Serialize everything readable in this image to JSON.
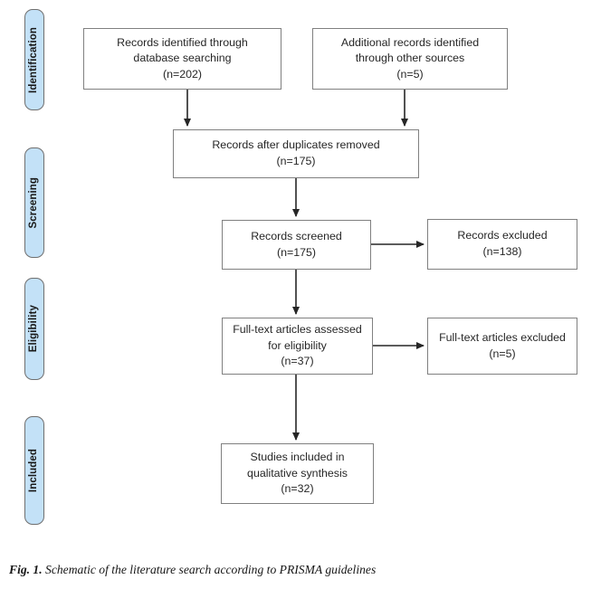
{
  "figure": {
    "caption_prefix": "Fig. 1.",
    "caption_text": "Schematic of the literature search according to PRISMA guidelines",
    "type": "prisma-flow-diagram"
  },
  "colors": {
    "phase_tab_fill": "#c3e1f7",
    "phase_tab_border": "#6f6f6f",
    "box_border": "#808080",
    "box_fill": "#ffffff",
    "connector": "#262626",
    "text": "#262626",
    "background": "#ffffff"
  },
  "phases": [
    {
      "id": "identification",
      "label": "Identification"
    },
    {
      "id": "screening",
      "label": "Screening"
    },
    {
      "id": "eligibility",
      "label": "Eligibility"
    },
    {
      "id": "included",
      "label": "Included"
    }
  ],
  "boxes": [
    {
      "id": "records-identified-database",
      "text": "Records identified through\ndatabase searching\n(n=202)",
      "count_label": "(n=202)",
      "count": 202,
      "phase": "identification"
    },
    {
      "id": "additional-records-other-sources",
      "text": "Additional records identified\nthrough other sources\n(n=5)",
      "count_label": "(n=5)",
      "count": 5,
      "phase": "identification"
    },
    {
      "id": "records-after-duplicates-removed",
      "text": "Records after duplicates removed\n(n=175)",
      "count_label": "(n=175)",
      "count": 175,
      "phase": "identification"
    },
    {
      "id": "records-screened",
      "text": "Records screened\n(n=175)",
      "count_label": "(n=175)",
      "count": 175,
      "phase": "screening"
    },
    {
      "id": "records-excluded",
      "text": "Records excluded\n(n=138)",
      "count_label": "(n=138)",
      "count": 138,
      "phase": "screening"
    },
    {
      "id": "fulltext-articles-assessed",
      "text": "Full-text articles assessed\nfor eligibility\n(n=37)",
      "count_label": "(n=37)",
      "count": 37,
      "phase": "eligibility"
    },
    {
      "id": "fulltext-articles-excluded",
      "text": "Full-text articles excluded\n(n=5)",
      "count_label": "(n=5)",
      "count": 5,
      "phase": "eligibility"
    },
    {
      "id": "studies-included-qualitative",
      "text": "Studies included in\nqualitative synthesis\n(n=32)",
      "count_label": "(n=32)",
      "count": 32,
      "phase": "included"
    }
  ],
  "flows": [
    {
      "from": "records-identified-database",
      "to": "records-after-duplicates-removed",
      "direction": "down"
    },
    {
      "from": "additional-records-other-sources",
      "to": "records-after-duplicates-removed",
      "direction": "down"
    },
    {
      "from": "records-after-duplicates-removed",
      "to": "records-screened",
      "direction": "down"
    },
    {
      "from": "records-screened",
      "to": "records-excluded",
      "direction": "right"
    },
    {
      "from": "records-screened",
      "to": "fulltext-articles-assessed",
      "direction": "down"
    },
    {
      "from": "fulltext-articles-assessed",
      "to": "fulltext-articles-excluded",
      "direction": "right"
    },
    {
      "from": "fulltext-articles-assessed",
      "to": "studies-included-qualitative",
      "direction": "down"
    }
  ]
}
